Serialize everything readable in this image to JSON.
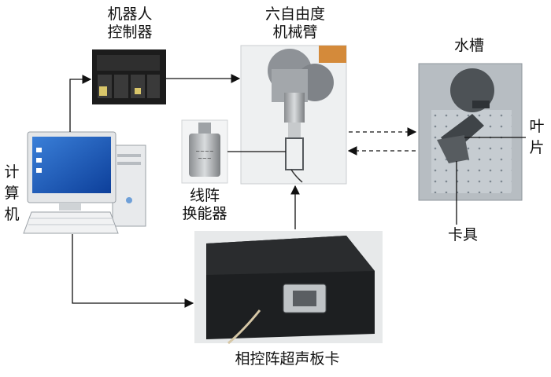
{
  "labels": {
    "robot_controller": "机器人\n控制器",
    "six_dof_arm": "六自由度\n机械臂",
    "water_tank": "水槽",
    "computer": [
      "计",
      "算",
      "机"
    ],
    "transducer": "线阵\n换能器",
    "blade": [
      "叶",
      "片"
    ],
    "fixture": "卡具",
    "phased_array_card": "相控阵超声板卡"
  }
}
